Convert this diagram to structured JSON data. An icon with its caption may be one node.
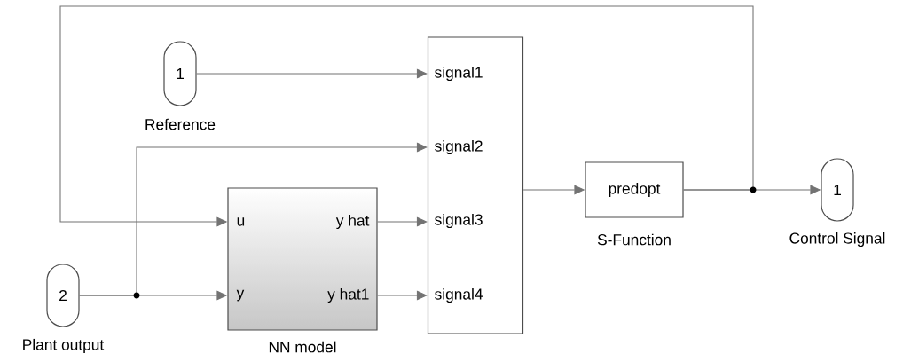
{
  "diagram": {
    "nodes": [
      {
        "text": [
          "1"
        ],
        "beside": [
          "Reference"
        ]
      },
      {
        "text": [
          "2"
        ],
        "beside": [
          "Plant output"
        ]
      },
      {
        "text": [
          "u",
          "y",
          "y hat",
          "y hat1"
        ],
        "beside": [
          "NN model"
        ]
      },
      {
        "text": [
          "signal1",
          "signal2",
          "signal3",
          "signal4"
        ]
      },
      {
        "text": [
          "predopt"
        ],
        "beside": [
          "S-Function"
        ]
      },
      {
        "text": [
          "1"
        ],
        "beside": [
          "Control Signal"
        ]
      }
    ],
    "edges": [
      {
        "from": 0,
        "to": 3,
        "arrow": "to"
      },
      {
        "from": 1,
        "to": 3,
        "arrow": "to"
      },
      {
        "from": 1,
        "to": 2,
        "arrow": "to"
      },
      {
        "from": 2,
        "to": 3,
        "arrow": "to"
      },
      {
        "from": 2,
        "to": 3,
        "arrow": "to"
      },
      {
        "from": 3,
        "to": 4,
        "arrow": "to"
      },
      {
        "from": 4,
        "to": 5,
        "arrow": "to"
      },
      {
        "from": 4,
        "to": 2,
        "arrow": "to"
      }
    ]
  }
}
